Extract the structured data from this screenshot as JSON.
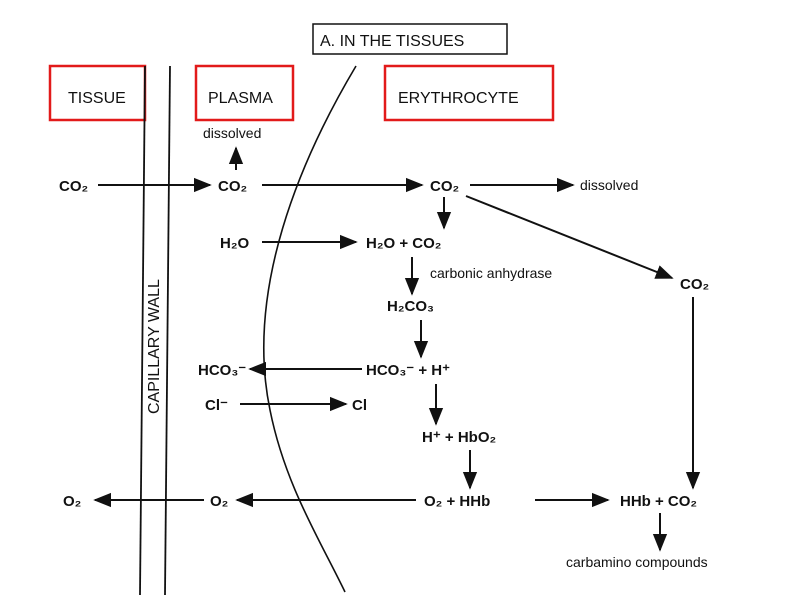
{
  "header": {
    "title": "A.  IN THE TISSUES"
  },
  "regions": {
    "tissue": "TISSUE",
    "plasma": "PLASMA",
    "erythrocyte": "ERYTHROCYTE",
    "capillary_wall": "CAPILLARY WALL"
  },
  "colors": {
    "highlight_box": "#e21a1a",
    "ink": "#111111"
  },
  "species": {
    "tissue_co2": "CO₂",
    "plasma_dissolved": "dissolved",
    "plasma_co2": "CO₂",
    "rbc_co2": "CO₂",
    "rbc_dissolved": "dissolved",
    "plasma_h2o": "H₂O",
    "rbc_h2o_co2": "H₂O + CO₂",
    "carbonic_anhydrase": "carbonic anhydrase",
    "rbc_co2_right": "CO₂",
    "h2co3": "H₂CO₃",
    "plasma_hco3": "HCO₃⁻",
    "rbc_hco3_h": "HCO₃⁻ + H⁺",
    "plasma_cl": "Cl⁻",
    "rbc_cl": "Cl",
    "h_hbo2": "H⁺ + HbO₂",
    "tissue_o2": "O₂",
    "plasma_o2": "O₂",
    "o2_hhb": "O₂ + HHb",
    "hhb_co2": "HHb + CO₂",
    "carbamino": "carbamino compounds"
  }
}
